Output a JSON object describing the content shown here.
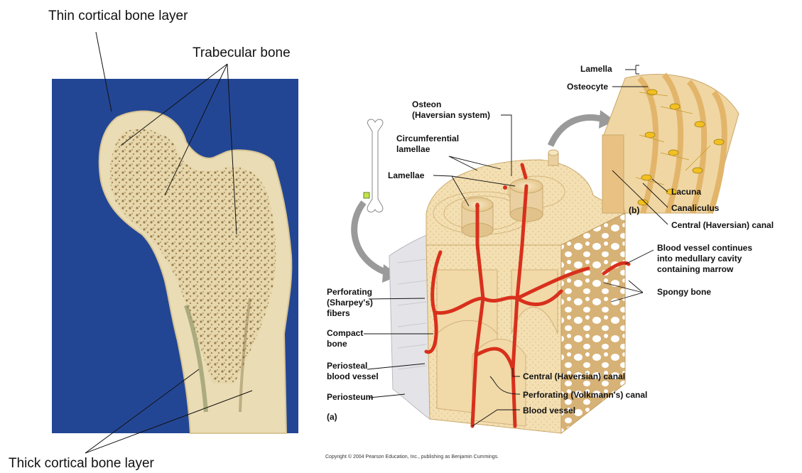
{
  "photo_labels": {
    "thin_cortical": "Thin cortical bone layer",
    "trabecular": "Trabecular bone",
    "thick_cortical": "Thick cortical bone layer"
  },
  "diagram_labels": {
    "lamella": "Lamella",
    "osteocyte": "Osteocyte",
    "osteon_line1": "Osteon",
    "osteon_line2": "(Haversian system)",
    "circumferential_line1": "Circumferential",
    "circumferential_line2": "lamellae",
    "lamellae": "Lamellae",
    "lacuna": "Lacuna",
    "panel_b": "(b)",
    "canaliculus": "Canaliculus",
    "central_canal_b": "Central (Haversian) canal",
    "blood_vessel_continues_line1": "Blood vessel continues",
    "blood_vessel_continues_line2": "into medullary cavity",
    "blood_vessel_continues_line3": "containing marrow",
    "spongy_bone": "Spongy bone",
    "perforating_fibers_line1": "Perforating",
    "perforating_fibers_line2": "(Sharpey's)",
    "perforating_fibers_line3": "fibers",
    "compact_bone_line1": "Compact",
    "compact_bone_line2": "bone",
    "periosteal_vessel_line1": "Periosteal",
    "periosteal_vessel_line2": "blood vessel",
    "periosteum": "Periosteum",
    "panel_a": "(a)",
    "central_canal_a": "Central (Haversian) canal",
    "volkmann_canal": "Perforating (Volkmann's) canal",
    "blood_vessel": "Blood vessel"
  },
  "copyright": "Copyright © 2004 Pearson Education, Inc., publishing as Benjamin Cummings.",
  "colors": {
    "photo_background": "#1f3f8a",
    "bone_light": "#efe2bf",
    "bone_mid": "#d9c08a",
    "vessel_red": "#d8301c",
    "osteocyte_yellow": "#f2c020"
  }
}
